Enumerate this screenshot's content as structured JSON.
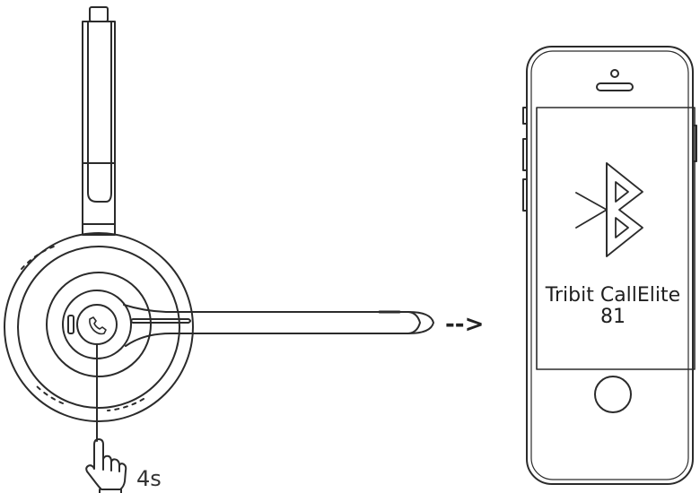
{
  "diagram": {
    "device_name_line1": "Tribit CallElite",
    "device_name_line2": "81",
    "press_duration": "4s",
    "arrow_text": "-->",
    "icons": [
      "headset-illustration",
      "call-button-icon",
      "hand-pointer-icon",
      "arrow-icon",
      "smartphone-illustration",
      "bluetooth-icon"
    ],
    "stroke_color": "#2b2b2b"
  }
}
